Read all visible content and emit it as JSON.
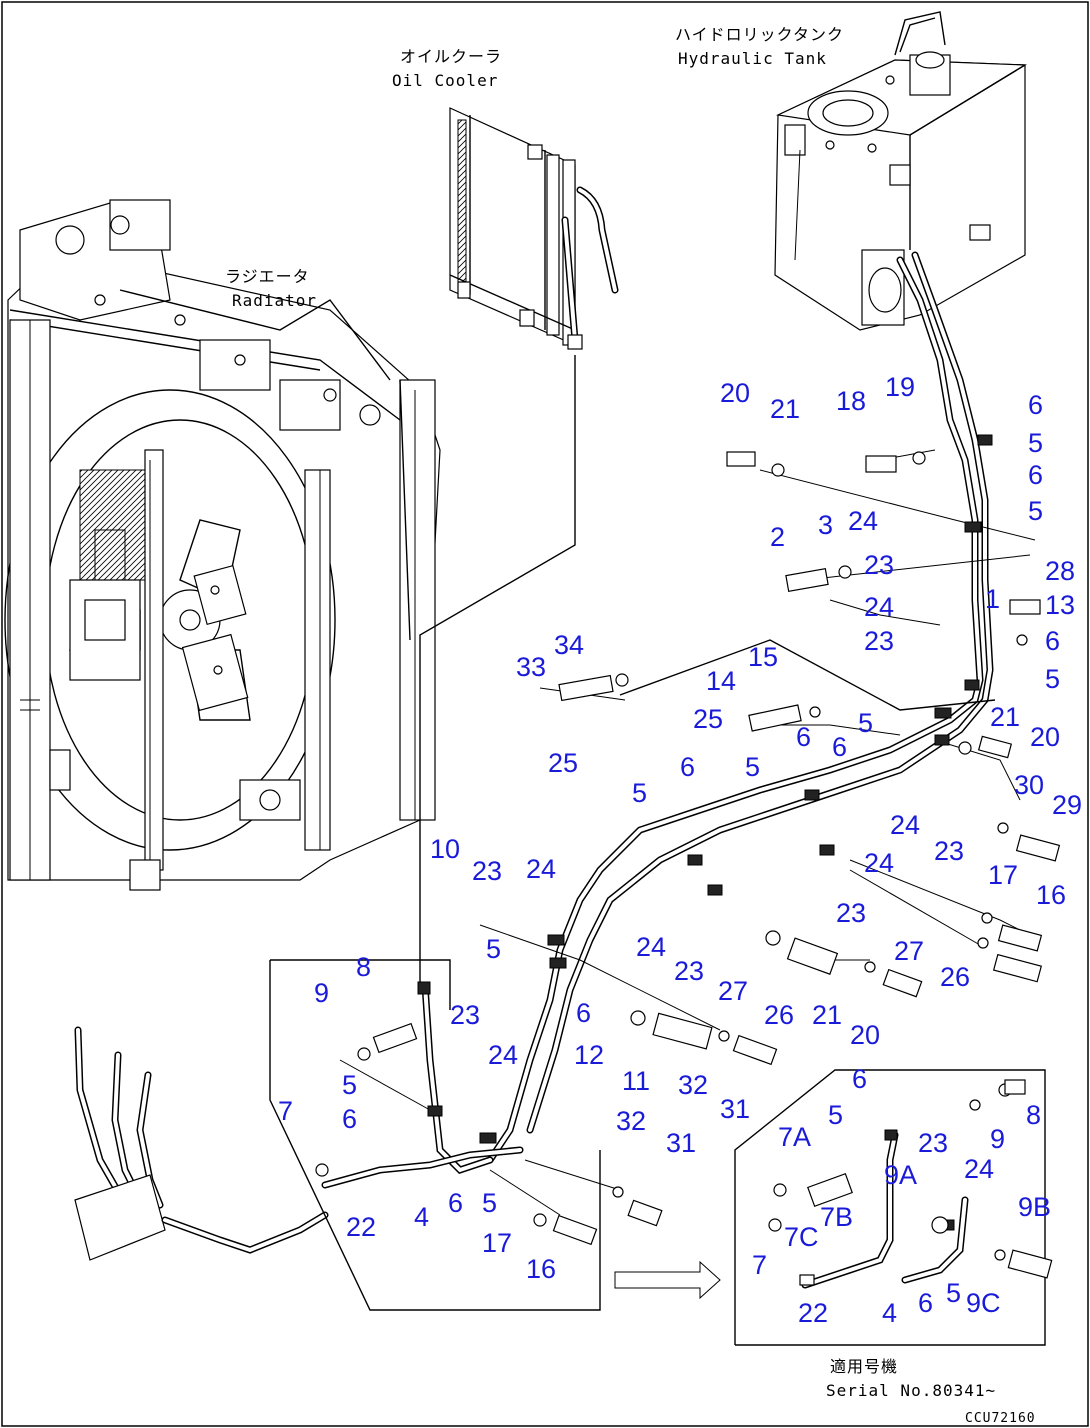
{
  "components": {
    "radiator": {
      "jp": "ラジエータ",
      "en": "Radiator"
    },
    "oil_cooler": {
      "jp": "オイルクーラ",
      "en": "Oil Cooler"
    },
    "hydraulic_tank": {
      "jp": "ハイドロリックタンク",
      "en": "Hydraulic Tank"
    }
  },
  "serial": {
    "jp": "適用号機",
    "en": "Serial No.80341~"
  },
  "drawing_code": "CCU72160",
  "callouts": [
    {
      "id": "c1",
      "text": "20"
    },
    {
      "id": "c2",
      "text": "21"
    },
    {
      "id": "c3",
      "text": "18"
    },
    {
      "id": "c4",
      "text": "19"
    },
    {
      "id": "c5",
      "text": "6"
    },
    {
      "id": "c6",
      "text": "5"
    },
    {
      "id": "c7",
      "text": "6"
    },
    {
      "id": "c8",
      "text": "5"
    },
    {
      "id": "c9",
      "text": "24"
    },
    {
      "id": "c10",
      "text": "23"
    },
    {
      "id": "c11",
      "text": "2"
    },
    {
      "id": "c12",
      "text": "3"
    },
    {
      "id": "c13",
      "text": "28"
    },
    {
      "id": "c14",
      "text": "1"
    },
    {
      "id": "c15",
      "text": "24"
    },
    {
      "id": "c16",
      "text": "13"
    },
    {
      "id": "c17",
      "text": "23"
    },
    {
      "id": "c18",
      "text": "6"
    },
    {
      "id": "c19",
      "text": "5"
    },
    {
      "id": "c20",
      "text": "33"
    },
    {
      "id": "c21",
      "text": "34"
    },
    {
      "id": "c22",
      "text": "15"
    },
    {
      "id": "c23",
      "text": "14"
    },
    {
      "id": "c24",
      "text": "25"
    },
    {
      "id": "c25",
      "text": "5"
    },
    {
      "id": "c26",
      "text": "6"
    },
    {
      "id": "c27",
      "text": "21"
    },
    {
      "id": "c28",
      "text": "6"
    },
    {
      "id": "c29",
      "text": "20"
    },
    {
      "id": "c30",
      "text": "5"
    },
    {
      "id": "c31",
      "text": "25"
    },
    {
      "id": "c32",
      "text": "6"
    },
    {
      "id": "c33",
      "text": "30"
    },
    {
      "id": "c34",
      "text": "29"
    },
    {
      "id": "c35",
      "text": "5"
    },
    {
      "id": "c36",
      "text": "24"
    },
    {
      "id": "c37",
      "text": "23"
    },
    {
      "id": "c38",
      "text": "24"
    },
    {
      "id": "c39",
      "text": "17"
    },
    {
      "id": "c40",
      "text": "10"
    },
    {
      "id": "c41",
      "text": "23"
    },
    {
      "id": "c42",
      "text": "24"
    },
    {
      "id": "c43",
      "text": "16"
    },
    {
      "id": "c44",
      "text": "23"
    },
    {
      "id": "c45",
      "text": "5"
    },
    {
      "id": "c46",
      "text": "24"
    },
    {
      "id": "c47",
      "text": "27"
    },
    {
      "id": "c48",
      "text": "23"
    },
    {
      "id": "c49",
      "text": "26"
    },
    {
      "id": "c50",
      "text": "8"
    },
    {
      "id": "c51",
      "text": "6"
    },
    {
      "id": "c52",
      "text": "27"
    },
    {
      "id": "c53",
      "text": "9"
    },
    {
      "id": "c54",
      "text": "23"
    },
    {
      "id": "c55",
      "text": "26"
    },
    {
      "id": "c56",
      "text": "21"
    },
    {
      "id": "c57",
      "text": "20"
    },
    {
      "id": "c58",
      "text": "12"
    },
    {
      "id": "c59",
      "text": "24"
    },
    {
      "id": "c60",
      "text": "11"
    },
    {
      "id": "c61",
      "text": "32"
    },
    {
      "id": "c62",
      "text": "5"
    },
    {
      "id": "c63",
      "text": "31"
    },
    {
      "id": "c64",
      "text": "7"
    },
    {
      "id": "c65",
      "text": "6"
    },
    {
      "id": "c66",
      "text": "6"
    },
    {
      "id": "c67",
      "text": "32"
    },
    {
      "id": "c68",
      "text": "31"
    },
    {
      "id": "c69",
      "text": "8"
    },
    {
      "id": "c70",
      "text": "7A"
    },
    {
      "id": "c71",
      "text": "5"
    },
    {
      "id": "c72",
      "text": "23"
    },
    {
      "id": "c73",
      "text": "9"
    },
    {
      "id": "c74",
      "text": "22"
    },
    {
      "id": "c75",
      "text": "4"
    },
    {
      "id": "c76",
      "text": "6"
    },
    {
      "id": "c77",
      "text": "5"
    },
    {
      "id": "c78",
      "text": "9A"
    },
    {
      "id": "c79",
      "text": "24"
    },
    {
      "id": "c80",
      "text": "7B"
    },
    {
      "id": "c81",
      "text": "17"
    },
    {
      "id": "c82",
      "text": "7C"
    },
    {
      "id": "c83",
      "text": "9B"
    },
    {
      "id": "c84",
      "text": "16"
    },
    {
      "id": "c85",
      "text": "7"
    },
    {
      "id": "c86",
      "text": "5"
    },
    {
      "id": "c87",
      "text": "9C"
    },
    {
      "id": "c88",
      "text": "22"
    },
    {
      "id": "c89",
      "text": "4"
    },
    {
      "id": "c90",
      "text": "6"
    }
  ]
}
